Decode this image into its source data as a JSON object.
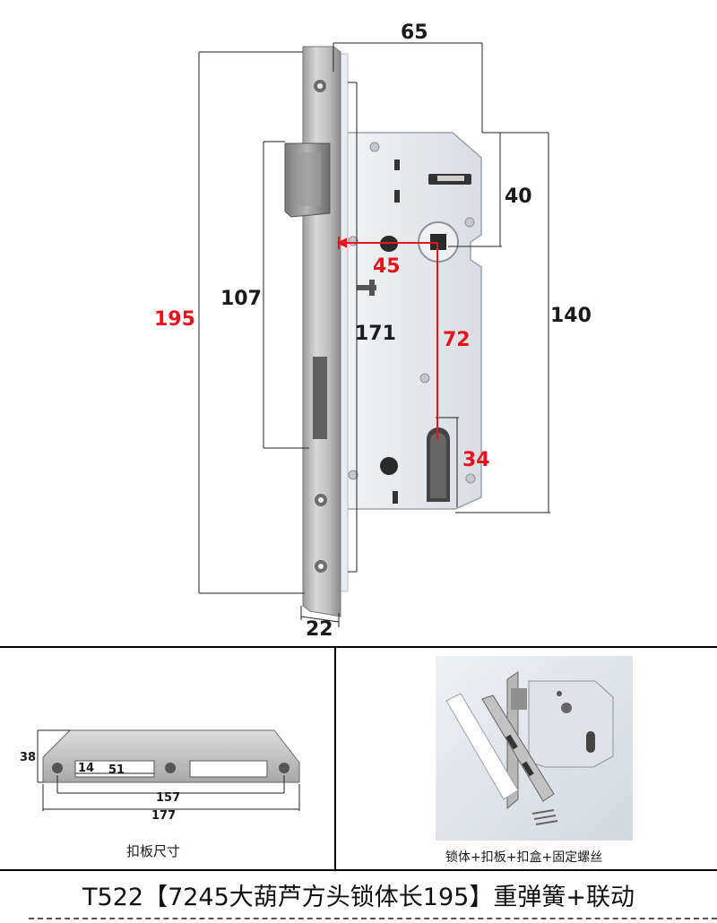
{
  "main_diagram": {
    "dim_width_top": "65",
    "dim_right_upper": "40",
    "dim_right_height": "140",
    "dim_total_height": "195",
    "dim_latch_span": "107",
    "dim_backset": "45",
    "dim_center_spacing": "72",
    "dim_cylinder": "34",
    "dim_body_height": "171",
    "dim_faceplate_width": "22"
  },
  "strike_plate": {
    "dim_height": "38",
    "dim_inner": "14",
    "dim_opening": "51",
    "dim_hole_spacing": "157",
    "dim_total_length": "177",
    "caption": "扣板尺寸"
  },
  "photo": {
    "caption": "锁体+扣板+扣盒+固定螺丝"
  },
  "product_title": "T522【7245大葫芦方头锁体长195】重弹簧+联动",
  "colors": {
    "dimension_red": "#e8141b",
    "dimension_black": "#1a1a1a",
    "metal_face": "#c9cacb",
    "lock_body": "#e3e6ea"
  }
}
